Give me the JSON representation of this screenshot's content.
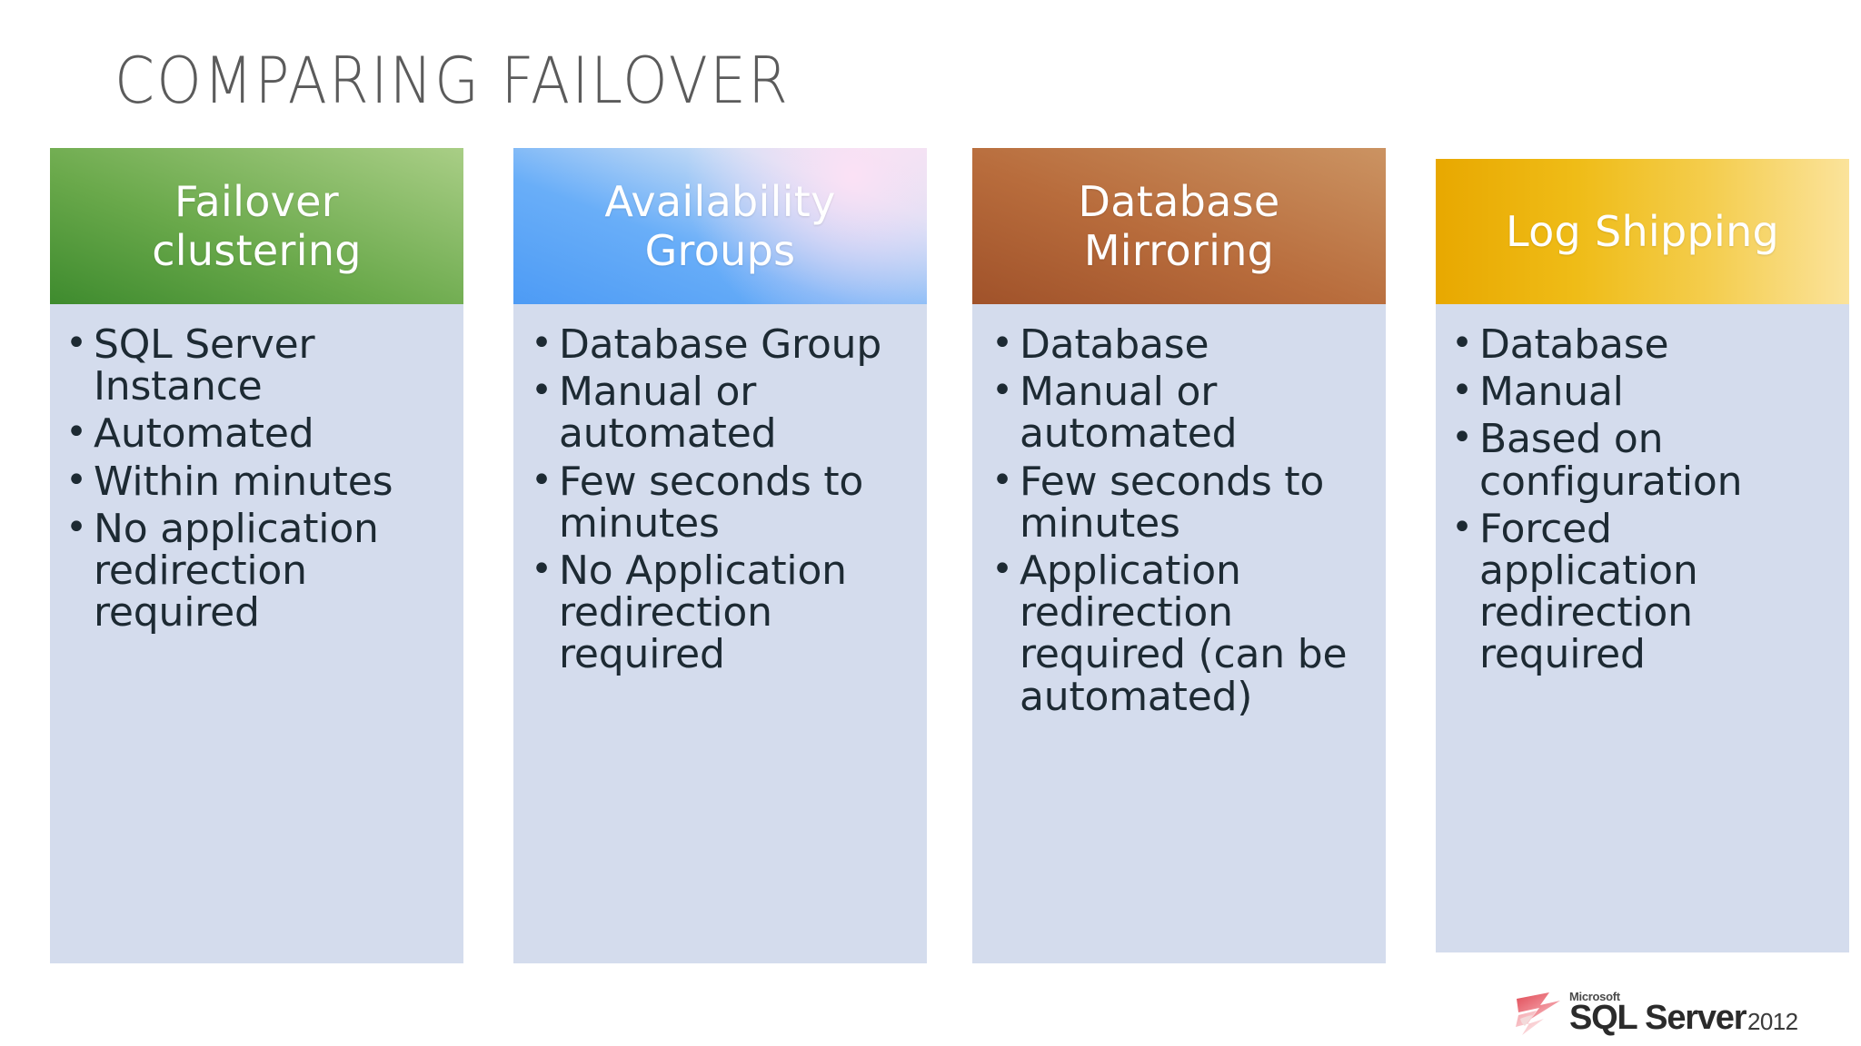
{
  "title": "COMPARING FAILOVER",
  "theme": {
    "background": "#ffffff",
    "title_color": "#5b5b5b",
    "body_panel_bg": "#d4dced",
    "body_text_color": "#1d2a33",
    "header_text_color": "#ffffff"
  },
  "columns": [
    {
      "header": "Failover clustering",
      "header_color_start": "#3e8b2e",
      "header_color_end": "#a9ce86",
      "bullets": [
        "SQL Server Instance",
        "Automated",
        "Within minutes",
        "No application redirection required"
      ]
    },
    {
      "header": "Availability Groups",
      "header_color_start": "#4d9bf5",
      "header_color_end": "#eae4f2",
      "bullets": [
        "Database Group",
        "Manual or automated",
        "Few seconds to minutes",
        "No Application redirection required"
      ]
    },
    {
      "header": "Database Mirroring",
      "header_color_start": "#a0522a",
      "header_color_end": "#cb9362",
      "bullets": [
        "Database",
        "Manual or automated",
        "Few seconds to minutes",
        "Application redirection required (can be automated)"
      ]
    },
    {
      "header": "Log Shipping",
      "header_color_start": "#e8a800",
      "header_color_end": "#fbe39b",
      "bullets": [
        "Database",
        "Manual",
        "Based on configuration",
        "Forced application redirection required"
      ]
    }
  ],
  "logo": {
    "vendor": "Microsoft",
    "product": "SQL Server",
    "year": "2012"
  },
  "bullet_glyph": "•"
}
